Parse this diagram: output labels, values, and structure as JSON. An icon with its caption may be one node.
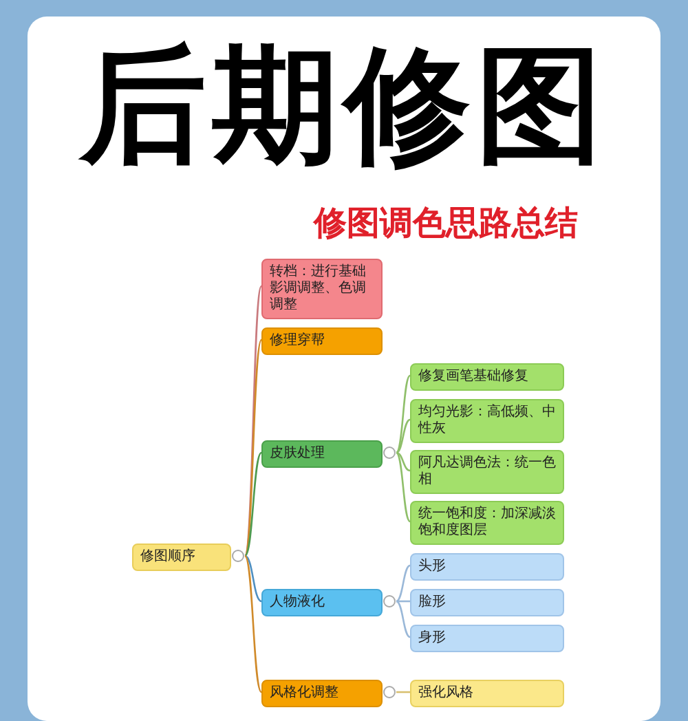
{
  "diagram": {
    "title": "后期修图",
    "caption": "修图调色思路总结",
    "nodes": [
      {
        "text": [
          "修图顺序"
        ]
      },
      {
        "text": [
          "转档：进行基础影调调整、色调调整"
        ]
      },
      {
        "text": [
          "修理穿帮"
        ]
      },
      {
        "text": [
          "皮肤处理"
        ]
      },
      {
        "text": [
          "修复画笔基础修复"
        ]
      },
      {
        "text": [
          "均匀光影：高低频、中性灰"
        ]
      },
      {
        "text": [
          "阿凡达调色法：统一色相"
        ]
      },
      {
        "text": [
          "统一饱和度：加深减淡饱和度图层"
        ]
      },
      {
        "text": [
          "人物液化"
        ]
      },
      {
        "text": [
          "头形"
        ]
      },
      {
        "text": [
          "脸形"
        ]
      },
      {
        "text": [
          "身形"
        ]
      },
      {
        "text": [
          "风格化调整"
        ]
      },
      {
        "text": [
          "强化风格"
        ]
      }
    ],
    "edges": [
      {
        "from": 0,
        "to": 1,
        "arrow": "none",
        "color": "#c97a7e"
      },
      {
        "from": 0,
        "to": 2,
        "arrow": "none",
        "color": "#d08a2a"
      },
      {
        "from": 0,
        "to": 3,
        "arrow": "none",
        "color": "#4f9a4f"
      },
      {
        "from": 0,
        "to": 8,
        "arrow": "none",
        "color": "#4f8fc0"
      },
      {
        "from": 0,
        "to": 12,
        "arrow": "none",
        "color": "#d08a2a"
      },
      {
        "from": 3,
        "to": 4,
        "arrow": "none",
        "color": "#8fbf6a"
      },
      {
        "from": 3,
        "to": 5,
        "arrow": "none",
        "color": "#8fbf6a"
      },
      {
        "from": 3,
        "to": 6,
        "arrow": "none",
        "color": "#8fbf6a"
      },
      {
        "from": 3,
        "to": 7,
        "arrow": "none",
        "color": "#8fbf6a"
      },
      {
        "from": 8,
        "to": 9,
        "arrow": "none",
        "color": "#9ab8d8"
      },
      {
        "from": 8,
        "to": 10,
        "arrow": "none",
        "color": "#9ab8d8"
      },
      {
        "from": 8,
        "to": 11,
        "arrow": "none",
        "color": "#9ab8d8"
      },
      {
        "from": 12,
        "to": 13,
        "arrow": "none",
        "color": "#d8c070"
      }
    ]
  }
}
